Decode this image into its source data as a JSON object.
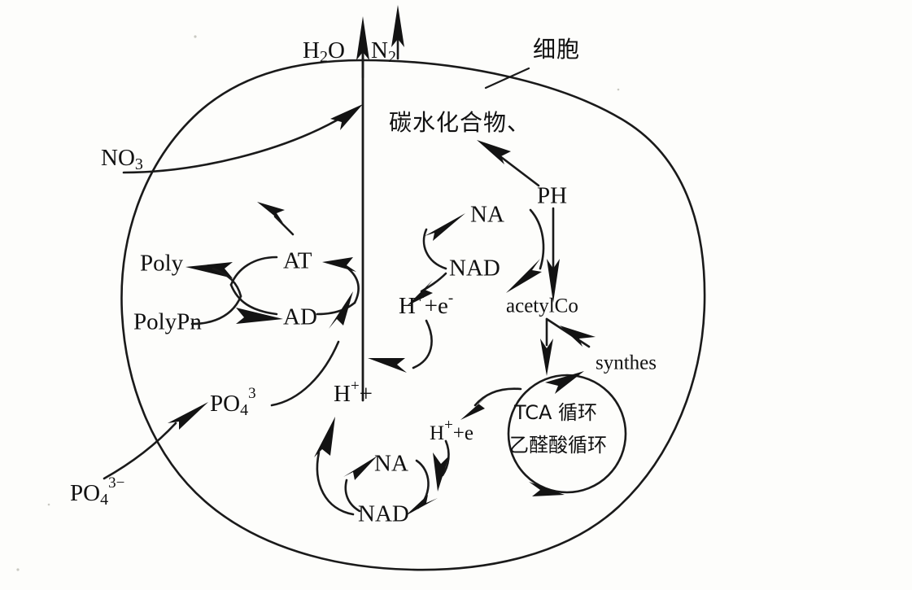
{
  "diagram": {
    "title_label": "细胞",
    "outside_labels": {
      "water": "H",
      "water_sub": "2",
      "water_tail": "O",
      "nitrogen": "N",
      "nitrogen_sub": "2",
      "nitrate": "NO",
      "nitrate_sub": "3",
      "phosphate_outside": "PO",
      "phosphate_outside_sub": "4",
      "phosphate_outside_sup": "3−"
    },
    "inside_labels": {
      "carbohydrate": "碳水化合物、",
      "poly": "Poly",
      "polypn": "PolyPn",
      "atp": "AT",
      "adp": "AD",
      "nad_top": "NA",
      "nadh_top": "NAD",
      "ph": "PH",
      "h_e_top": "H",
      "h_e_top_sup": "+",
      "h_e_top_tail": "+e",
      "h_e_top_sup2": "-",
      "acetylco": "acetylCo",
      "synthes": "synthes",
      "phosphate_inside": "PO",
      "phosphate_inside_sub": "4",
      "phosphate_inside_sup": "3",
      "h_plus_mid": "H",
      "h_plus_mid_sup": "+",
      "h_plus_mid_tail": "+",
      "nad_bottom": "NA",
      "nadh_bottom": "NAD",
      "h_e_bottom": "H",
      "h_e_bottom_sup": "+",
      "h_e_bottom_tail": "+e",
      "tca_line1": "TCA 循环",
      "tca_line2": "乙醛酸循环"
    },
    "colors": {
      "ink": "#131313",
      "paper": "#fdfdfb"
    }
  }
}
